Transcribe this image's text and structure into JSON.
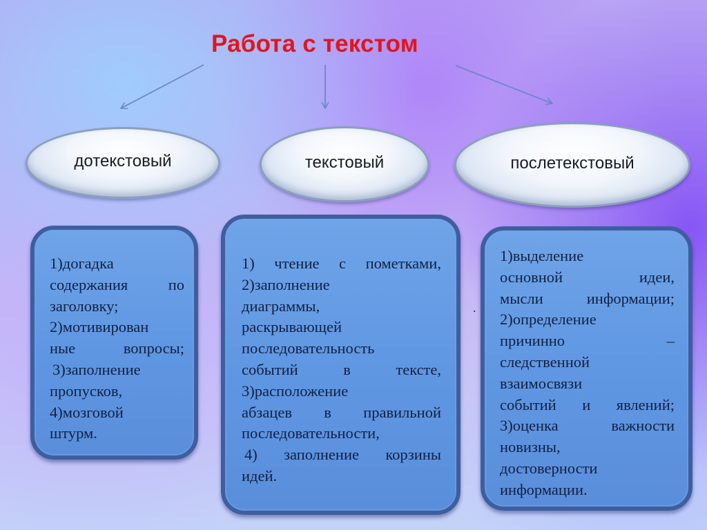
{
  "title": "Работа с текстом",
  "colors": {
    "title": "#e2151b",
    "arrow": "#6e86c8",
    "panel_fill": "#6198e3",
    "panel_border": "#3d5e9f",
    "ellipse_border": "#8b9fbe"
  },
  "stages": [
    {
      "label": "дотекстовый",
      "items_lines": [
        [
          "1)догадка"
        ],
        [
          "содержания",
          "по"
        ],
        [
          "заголовку;"
        ],
        [
          "2)мотивирован"
        ],
        [
          "ные",
          "вопросы;"
        ],
        [
          " 3)заполнение"
        ],
        [
          "пропусков,"
        ],
        [
          "4)мозговой"
        ],
        [
          "штурм."
        ]
      ]
    },
    {
      "label": "текстовый",
      "items_lines": [
        [
          "1)",
          "чтение",
          "с",
          "пометками,"
        ],
        [
          "2)заполнение"
        ],
        [
          "диаграммы,"
        ],
        [
          "раскрывающей"
        ],
        [
          "последовательность"
        ],
        [
          "событий",
          "в",
          "тексте,"
        ],
        [
          "3)расположение"
        ],
        [
          "абзацев",
          "в",
          "правильной"
        ],
        [
          "последовательности,"
        ],
        [
          " 4)",
          "заполнение",
          "корзины"
        ],
        [
          "идей."
        ]
      ]
    },
    {
      "label": "послетекстовый",
      "items_lines": [
        [
          "1)выделение"
        ],
        [
          "основной",
          "идеи,"
        ],
        [
          "мысли",
          "информации;"
        ],
        [
          "2)определение"
        ],
        [
          "причинно",
          "–"
        ],
        [
          "следственной"
        ],
        [
          "взаимосвязи"
        ],
        [
          "событий",
          "и",
          "явлений;"
        ],
        [
          "3)оценка",
          "важности"
        ],
        [
          "новизны,"
        ],
        [
          "достоверности"
        ],
        [
          "информации."
        ]
      ]
    }
  ],
  "stray_mark": "."
}
